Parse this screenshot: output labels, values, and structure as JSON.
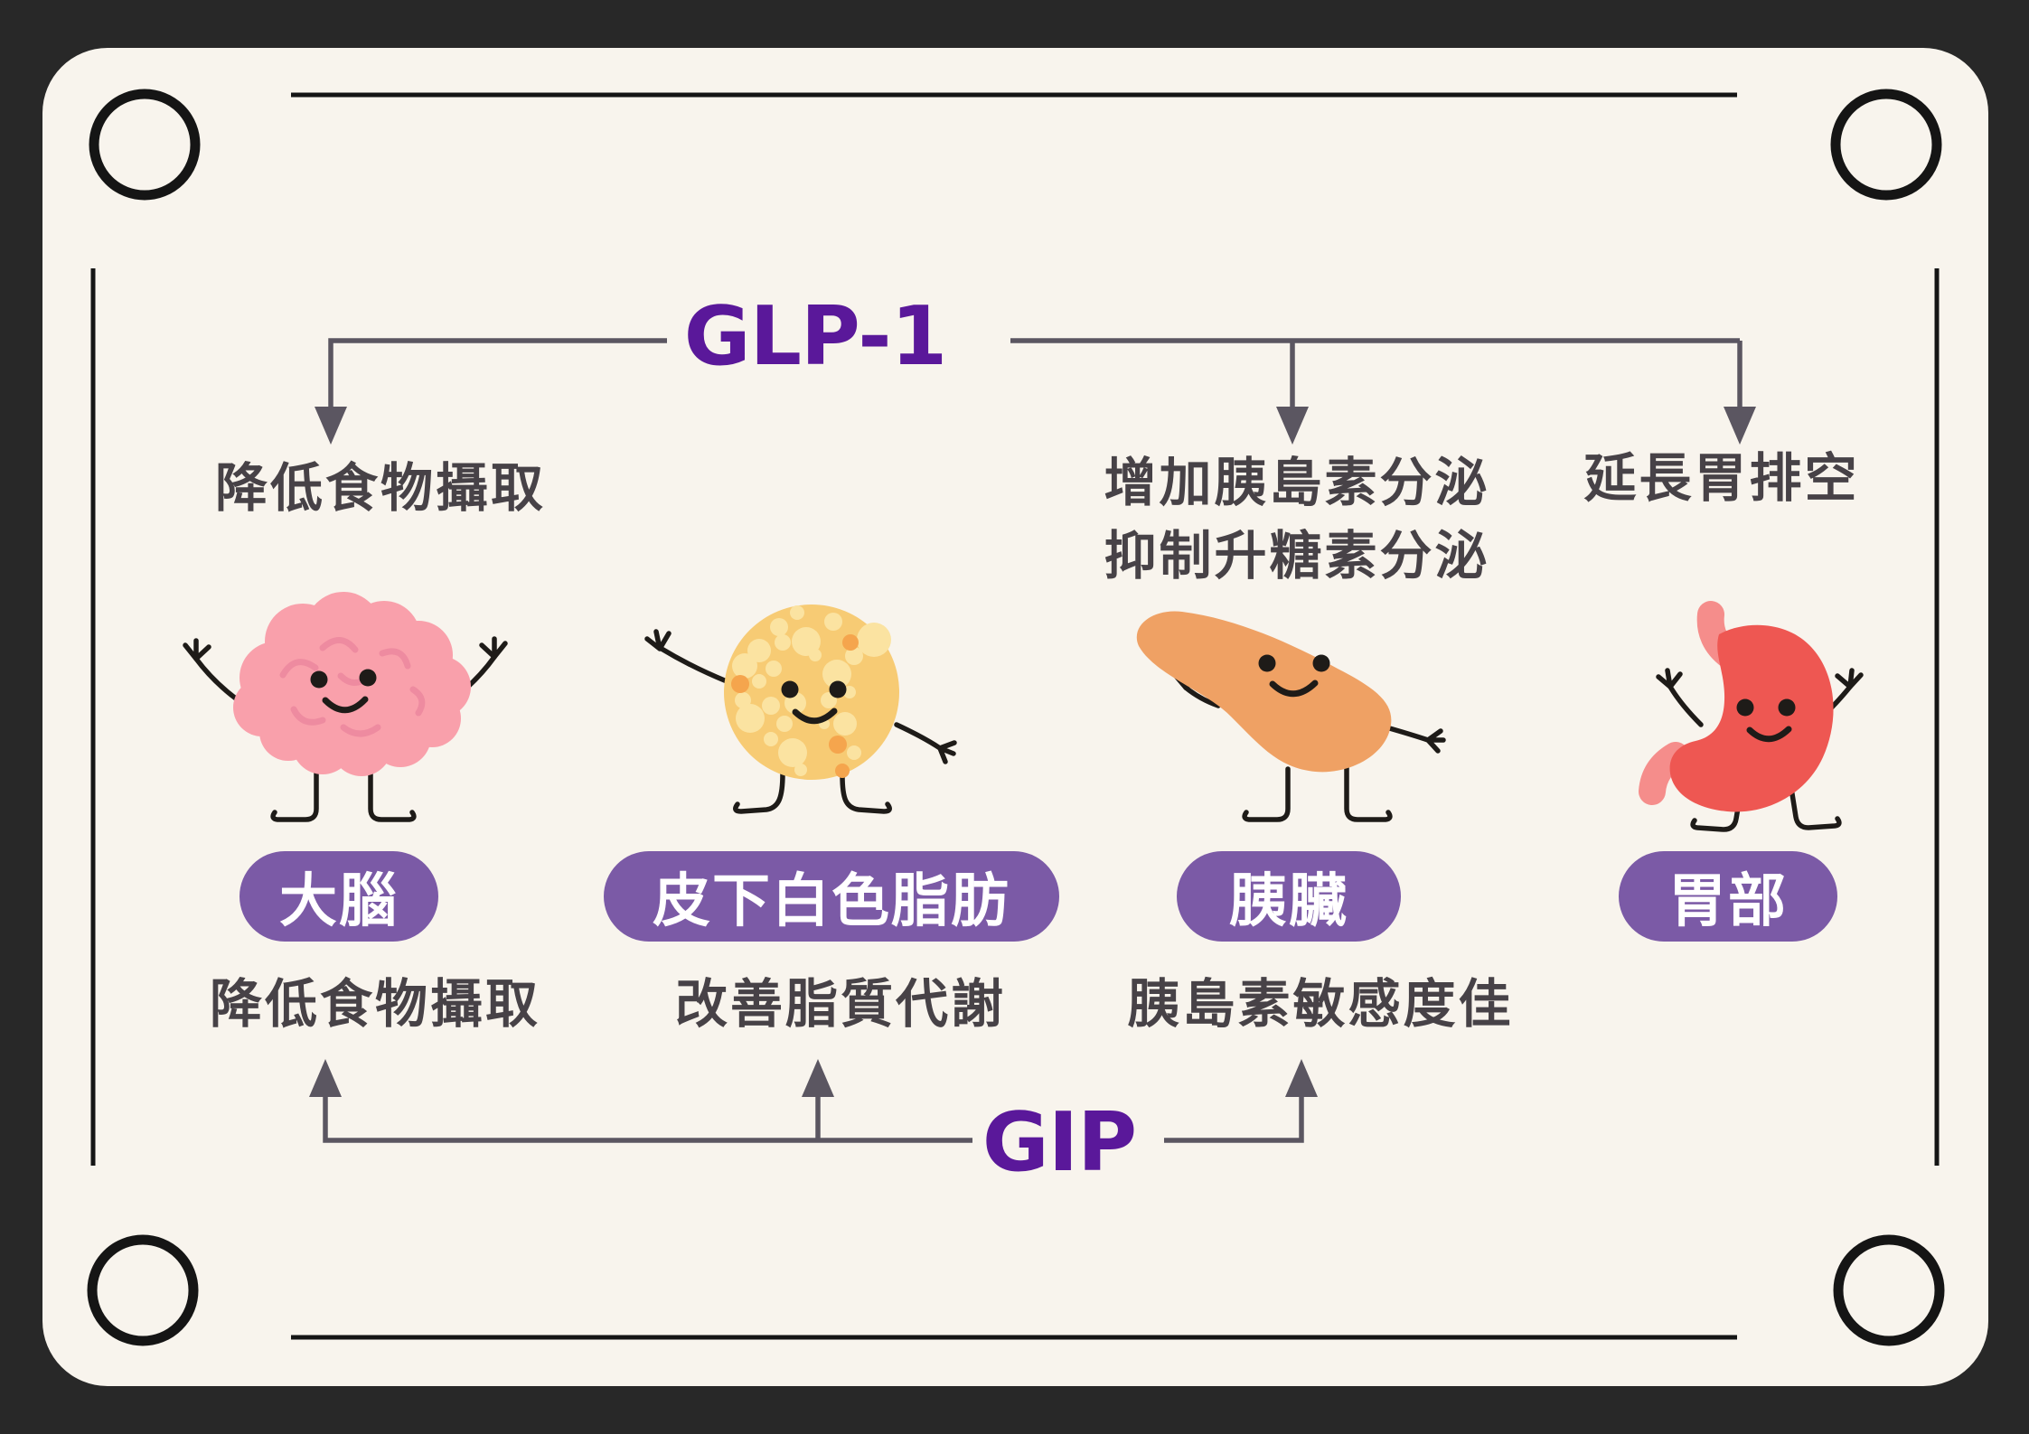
{
  "glp1": {
    "label": "GLP-1",
    "effect_brain": "降低食物攝取",
    "effect_pancreas_line1": "增加胰島素分泌",
    "effect_pancreas_line2": "抑制升糖素分泌",
    "effect_stomach": "延長胃排空"
  },
  "gip": {
    "label": "GIP",
    "effect_brain": "降低食物攝取",
    "effect_fat": "改善脂質代謝",
    "effect_pancreas": "胰島素敏感度佳"
  },
  "organs": {
    "brain": "大腦",
    "fat": "皮下白色脂肪",
    "pancreas": "胰臟",
    "stomach": "胃部"
  },
  "colors": {
    "background": "#282828",
    "card": "#F8F4ED",
    "title_purple": "#5A189A",
    "pill_purple": "#7B5AA6",
    "pill_text": "#FFFFFF",
    "label_text": "#474247",
    "arrow": "#5B5661",
    "frame_line": "#151515",
    "brain_pink": "#F9A0AB",
    "brain_fold": "#EE8BA0",
    "fat_yellow": "#F7CB74",
    "fat_spot": "#FBE3A1",
    "fat_dot": "#F5A54D",
    "pancreas_orange": "#EFA164",
    "stomach_red": "#EE5752",
    "stomach_tube": "#F58D8B",
    "limb": "#1E1B18"
  }
}
